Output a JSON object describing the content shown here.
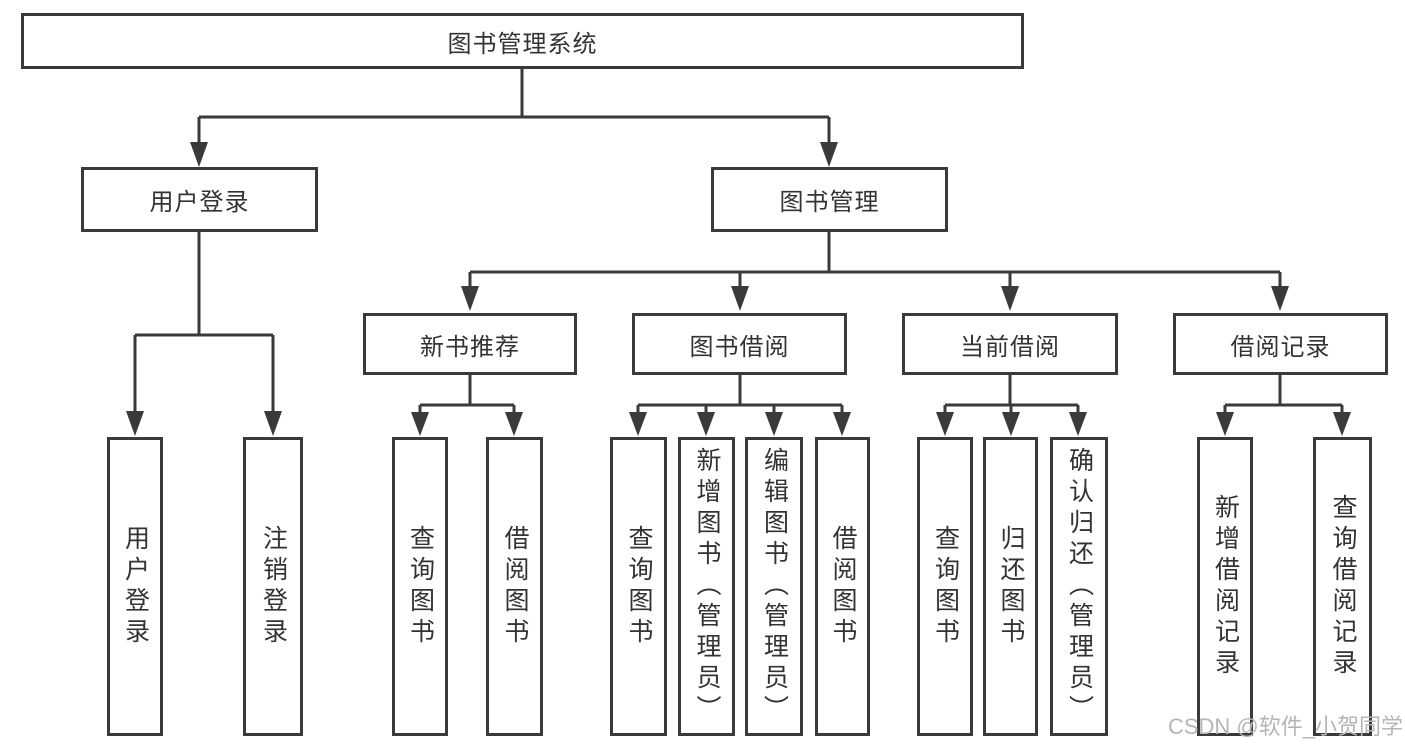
{
  "diagram": {
    "root": "图书管理系统",
    "branches": [
      {
        "label": "用户登录",
        "leaves": [
          "用户登录",
          "注销登录"
        ]
      },
      {
        "label": "图书管理",
        "groups": [
          {
            "label": "新书推荐",
            "leaves": [
              "查询图书",
              "借阅图书"
            ]
          },
          {
            "label": "图书借阅",
            "leaves": [
              "查询图书",
              "新增图书（管理员）",
              "编辑图书（管理员）",
              "借阅图书"
            ]
          },
          {
            "label": "当前借阅",
            "leaves": [
              "查询图书",
              "归还图书",
              "确认归还（管理员）"
            ]
          },
          {
            "label": "借阅记录",
            "leaves": [
              "新增借阅记录",
              "查询借阅记录"
            ]
          }
        ]
      }
    ]
  },
  "watermark": "CSDN @软件_小贺同学",
  "colors": {
    "line": "#3a3a3a",
    "fill": "#ffffff",
    "text": "#333333",
    "watermark": "#b5b5b5"
  }
}
